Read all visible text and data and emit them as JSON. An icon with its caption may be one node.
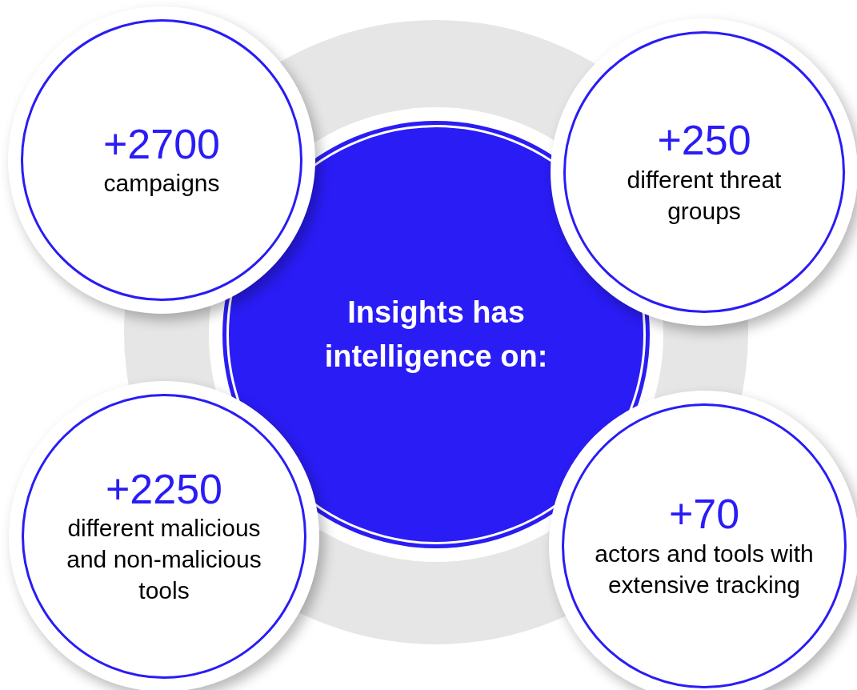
{
  "diagram": {
    "nodes": [
      {
        "text": [
          "Insights has intelligence on:"
        ]
      },
      {
        "text": [
          "+2700",
          "campaigns"
        ]
      },
      {
        "text": [
          "+250",
          "different threat groups"
        ]
      },
      {
        "text": [
          "+2250",
          "different malicious and non-malicious tools"
        ]
      },
      {
        "text": [
          "+70",
          "actors and tools with extensive tracking"
        ]
      }
    ]
  }
}
